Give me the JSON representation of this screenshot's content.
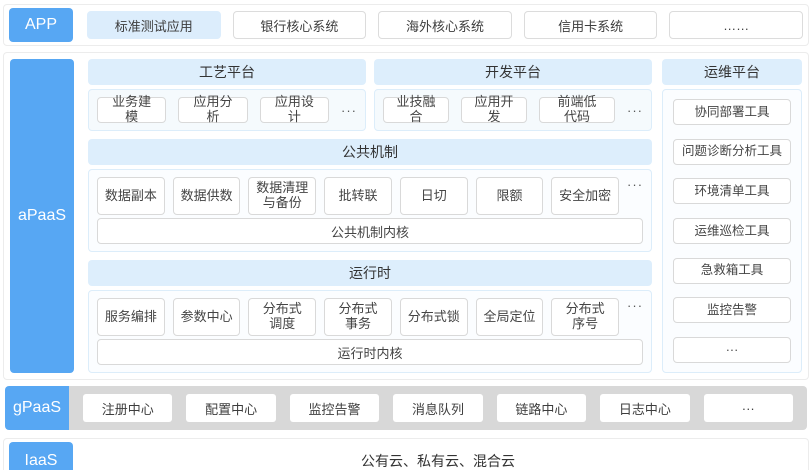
{
  "colors": {
    "accent_blue": "#57a7f3",
    "highlight_bg": "#dcedfc",
    "panel_header_bg": "#ddeefc",
    "platform_body_bg": "#f5fafd",
    "item_border": "#d9d9d9",
    "panel_border": "#dcedfa",
    "gpaas_strip_bg": "#d8d8d8",
    "row_border": "#ececec"
  },
  "app": {
    "label": "APP",
    "items": [
      "标准测试应用",
      "银行核心系统",
      "海外核心系统",
      "信用卡系统",
      "……"
    ]
  },
  "apaas": {
    "label": "aPaaS",
    "craft": {
      "title": "工艺平台",
      "items": [
        "业务建模",
        "应用分析",
        "应用设计"
      ],
      "more": "···"
    },
    "dev": {
      "title": "开发平台",
      "items": [
        "业技融合",
        "应用开发",
        "前端低代码"
      ],
      "more": "···"
    },
    "ops": {
      "title": "运维平台",
      "items": [
        "协同部署工具",
        "问题诊断分析工具",
        "环境清单工具",
        "运维巡检工具",
        "急救箱工具",
        "监控告警",
        "···"
      ]
    },
    "common": {
      "title": "公共机制",
      "items": [
        "数据副本",
        "数据供数",
        "数据清理\n与备份",
        "批转联",
        "日切",
        "限额",
        "安全加密"
      ],
      "more": "···",
      "kernel": "公共机制内核"
    },
    "runtime": {
      "title": "运行时",
      "items": [
        "服务编排",
        "参数中心",
        "分布式\n调度",
        "分布式\n事务",
        "分布式锁",
        "全局定位",
        "分布式\n序号"
      ],
      "more": "···",
      "kernel": "运行时内核"
    }
  },
  "gpaas": {
    "label": "gPaaS",
    "items": [
      "注册中心",
      "配置中心",
      "监控告警",
      "消息队列",
      "链路中心",
      "日志中心",
      "···"
    ]
  },
  "iaas": {
    "label": "IaaS",
    "content": "公有云、私有云、混合云"
  }
}
